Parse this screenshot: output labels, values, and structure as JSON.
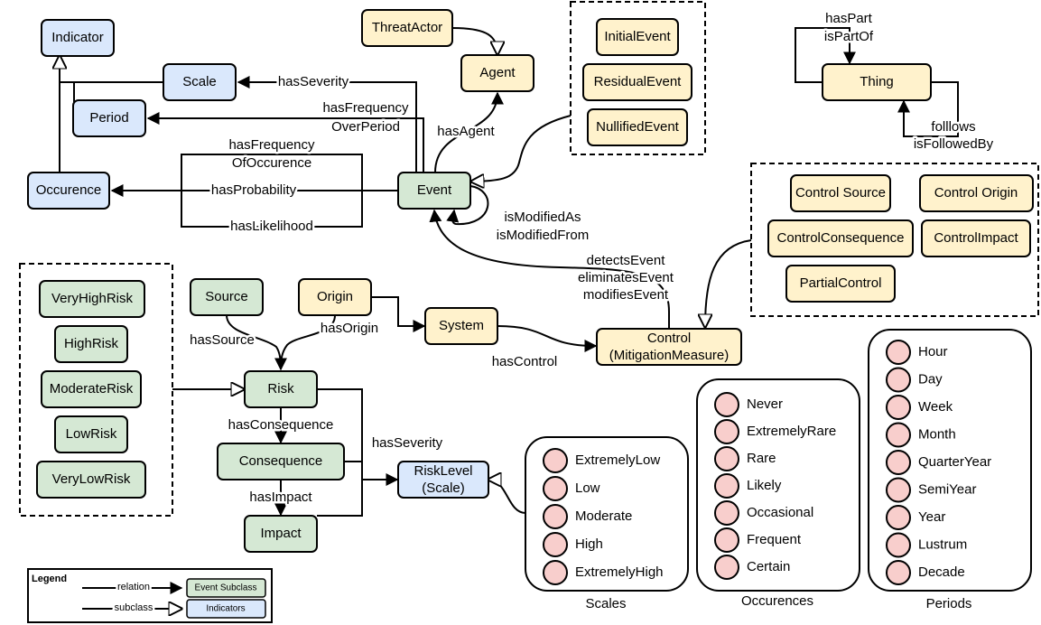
{
  "colors": {
    "indicator_fill": "#dae8fc",
    "indicator_stroke": "#000000",
    "event_fill": "#d5e8d4",
    "actor_fill": "#fff2cc",
    "circle_fill": "#f8cecc"
  },
  "nodes": {
    "indicator": "Indicator",
    "scale": "Scale",
    "period": "Period",
    "occurence": "Occurence",
    "event": "Event",
    "threat_actor": "ThreatActor",
    "agent": "Agent",
    "initial_event": "InitialEvent",
    "residual_event": "ResidualEvent",
    "nullified_event": "NullifiedEvent",
    "thing": "Thing",
    "control_source": "Control Source",
    "control_origin": "Control Origin",
    "control_consequence": "ControlConsequence",
    "control_impact": "ControlImpact",
    "partial_control": "PartialControl",
    "very_high_risk": "VeryHighRisk",
    "high_risk": "HighRisk",
    "moderate_risk": "ModerateRisk",
    "low_risk": "LowRisk",
    "very_low_risk": "VeryLowRisk",
    "source": "Source",
    "origin": "Origin",
    "system": "System",
    "control_line1": "Control",
    "control_line2": "(MitigationMeasure)",
    "risk": "Risk",
    "consequence": "Consequence",
    "impact": "Impact",
    "risk_level_line1": "RiskLevel",
    "risk_level_line2": "(Scale)"
  },
  "edges": {
    "has_severity_top": "hasSeverity",
    "has_frequency_over_period_1": "hasFrequency",
    "has_frequency_over_period_2": "OverPeriod",
    "has_agent": "hasAgent",
    "has_frequency_of_occurence_1": "hasFrequency",
    "has_frequency_of_occurence_2": "OfOccurence",
    "has_probability": "hasProbability",
    "has_likelihood": "hasLikelihood",
    "is_modified_as": "isModifiedAs",
    "is_modified_from": "isModifiedFrom",
    "detects_event": "detectsEvent",
    "eliminates_event": "eliminatesEvent",
    "modifies_event": "modifiesEvent",
    "has_part": "hasPart",
    "is_part_of": "isPartOf",
    "follows": "folllows",
    "is_followed_by": "isFollowedBy",
    "has_source": "hasSource",
    "has_origin": "hasOrigin",
    "has_control": "hasControl",
    "has_consequence": "hasConsequence",
    "has_impact": "hasImpact",
    "has_severity_bottom": "hasSeverity"
  },
  "scales": {
    "title": "Scales",
    "items": [
      "ExtremelyLow",
      "Low",
      "Moderate",
      "High",
      "ExtremelyHigh"
    ]
  },
  "occurences": {
    "title": "Occurences",
    "items": [
      "Never",
      "ExtremelyRare",
      "Rare",
      "Likely",
      "Occasional",
      "Frequent",
      "Certain"
    ]
  },
  "periods": {
    "title": "Periods",
    "items": [
      "Hour",
      "Day",
      "Week",
      "Month",
      "QuarterYear",
      "SemiYear",
      "Year",
      "Lustrum",
      "Decade"
    ]
  },
  "legend": {
    "title": "Legend",
    "relation": "relation",
    "subclass": "subclass",
    "event_subclass": "Event Subclass",
    "indicators": "Indicators"
  }
}
